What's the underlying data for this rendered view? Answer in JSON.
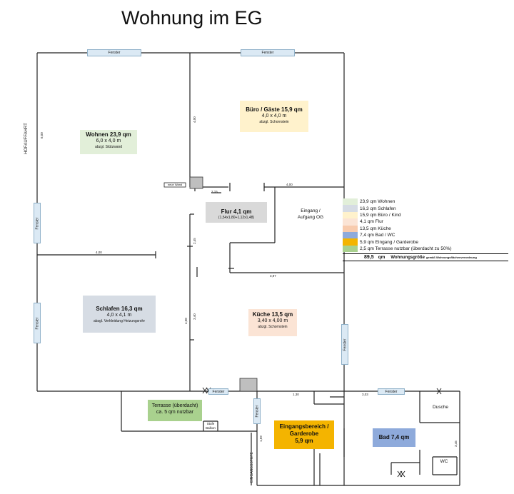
{
  "title": "Wohnung im EG",
  "rooms": {
    "wohnen": {
      "name": "Wohnen 23,9 qm",
      "dims": "6,0 x 4,0 m",
      "note": "abzgl. Stützwand",
      "color": "#e2efd9"
    },
    "buero": {
      "name": "Büro / Gäste 15,9 qm",
      "dims": "4,0 x 4,0 m",
      "note": "abzgl. Schornstein",
      "color": "#fff2cc"
    },
    "flur": {
      "name": "Flur 4,1 qm",
      "dims": "(1,54x1,80+1,12x1,48)",
      "color": "#d9d9d9"
    },
    "schlafen": {
      "name": "Schlafen 16,3 qm",
      "dims": "4,0 x 4,1 m",
      "note": "abzgl. Verkleidung Heizungsrohr",
      "color": "#d6dce4"
    },
    "kueche": {
      "name": "Küche 13,5 qm",
      "dims": "3,40 x 4,00 m",
      "note": "abzgl. Schornstein",
      "color": "#fbe4d5"
    },
    "terrasse": {
      "name": "Terrasse (überdacht)",
      "dims": "ca. 5 qm nutzbar",
      "color": "#a9d18e"
    },
    "eingang": {
      "name": "Eingangsbereich / Garderobe",
      "dims": "5,9 qm",
      "color": "#f4b400"
    },
    "bad": {
      "name": "Bad 7,4 qm",
      "color": "#8eaadb"
    }
  },
  "labels": {
    "eingang_og": "Eingang / Aufgang OG",
    "hofauffahrt": "HOFAUFFAHRT",
    "eingangsstufe": "EINGANGSSTUFE",
    "dusche": "Dusche",
    "wc": "WC",
    "stufe": "Stufe Balkon",
    "neue_wand": "neue Wand"
  },
  "windows": {
    "label": "Fenster"
  },
  "dimensions": {
    "d600": "6,00",
    "d400_a": "4,00",
    "d400_b": "4,00",
    "d400_c": "4,00",
    "d215": "2,15",
    "d245": "2,45",
    "d397": "3,97",
    "d408": "4,08",
    "d340": "3,40",
    "d130": "1,30",
    "d303": "3,03",
    "d159": "1,59",
    "d345": "3,45"
  },
  "legend": {
    "items": [
      {
        "color": "#e2efd9",
        "text": "23,9 qm Wohnen"
      },
      {
        "color": "#d6dce4",
        "text": "16,3 qm Schlafen"
      },
      {
        "color": "#fff2cc",
        "text": "15,9 qm Büro / Kind"
      },
      {
        "color": "#fbe4d5",
        "text": "4,1 qm Flur"
      },
      {
        "color": "#f8cbad",
        "text": "13,5 qm Küche"
      },
      {
        "color": "#8eaadb",
        "text": "7,4 qm Bad / WC"
      },
      {
        "color": "#f4b400",
        "text": "5,9 qm Eingang / Garderobe"
      },
      {
        "color": "#a9d18e",
        "text": "2,5 qm Terrasse nutzbar (überdacht zu 50%)"
      }
    ],
    "total_value": "89,5",
    "total_unit": "qm",
    "total_label": "Wohnungsgröße",
    "total_sub": "gemäß Wohnungsflächenverordnung"
  }
}
